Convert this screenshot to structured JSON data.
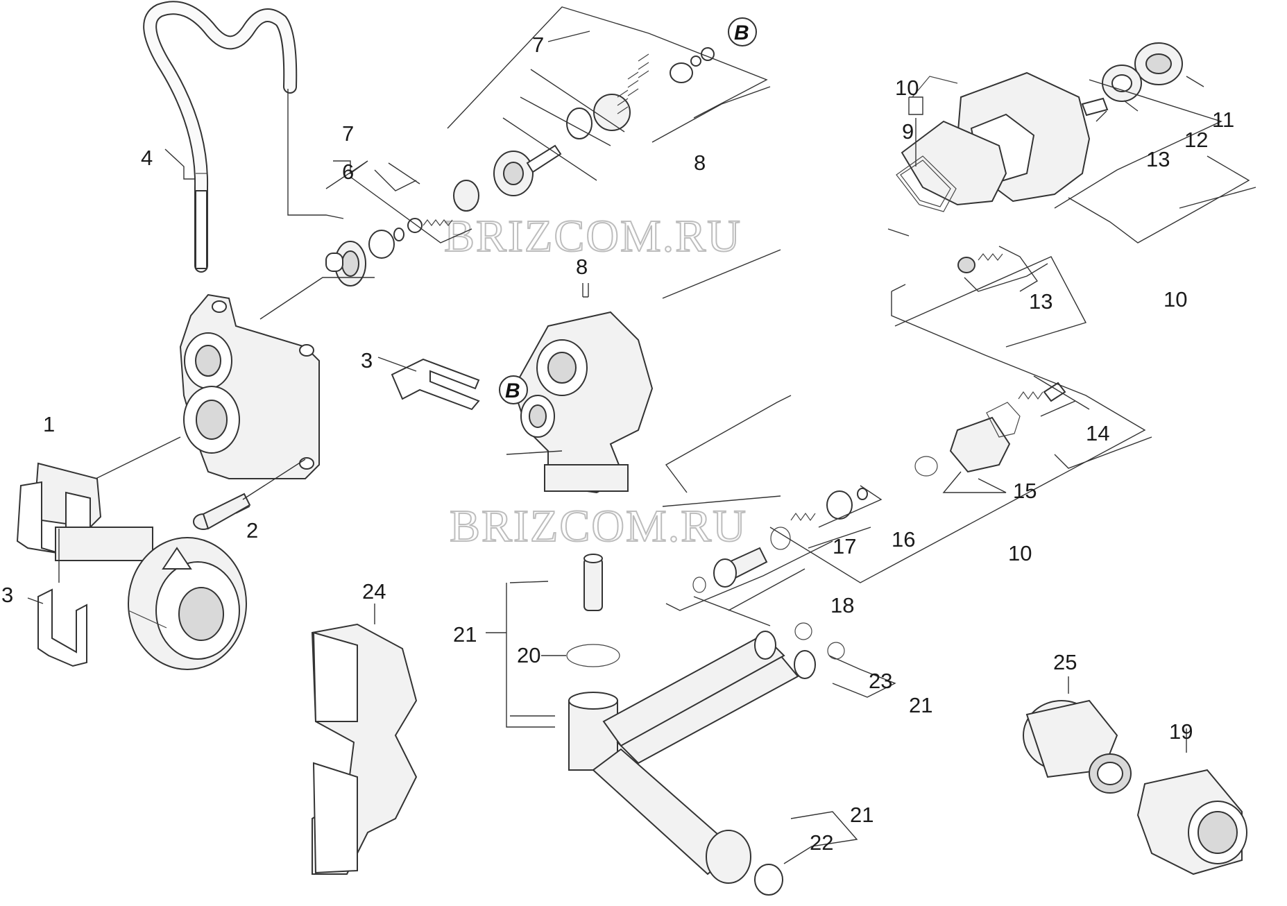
{
  "watermarks": [
    "BRIZCOM.RU",
    "BRIZCOM.RU"
  ],
  "badges": [
    "B",
    "B"
  ],
  "callouts": {
    "c1": "1",
    "c2": "2",
    "c3a": "3",
    "c3b": "3",
    "c4": "4",
    "c6": "6",
    "c7a": "7",
    "c7b": "7",
    "c8a": "8",
    "c8b": "8",
    "c9": "9",
    "c10a": "10",
    "c10b": "10",
    "c10c": "10",
    "c11": "11",
    "c12": "12",
    "c13a": "13",
    "c13b": "13",
    "c14": "14",
    "c15": "15",
    "c16": "16",
    "c17": "17",
    "c18": "18",
    "c19": "19",
    "c20": "20",
    "c21a": "21",
    "c21b": "21",
    "c21c": "21",
    "c22": "22",
    "c23": "23",
    "c24": "24",
    "c25": "25"
  }
}
